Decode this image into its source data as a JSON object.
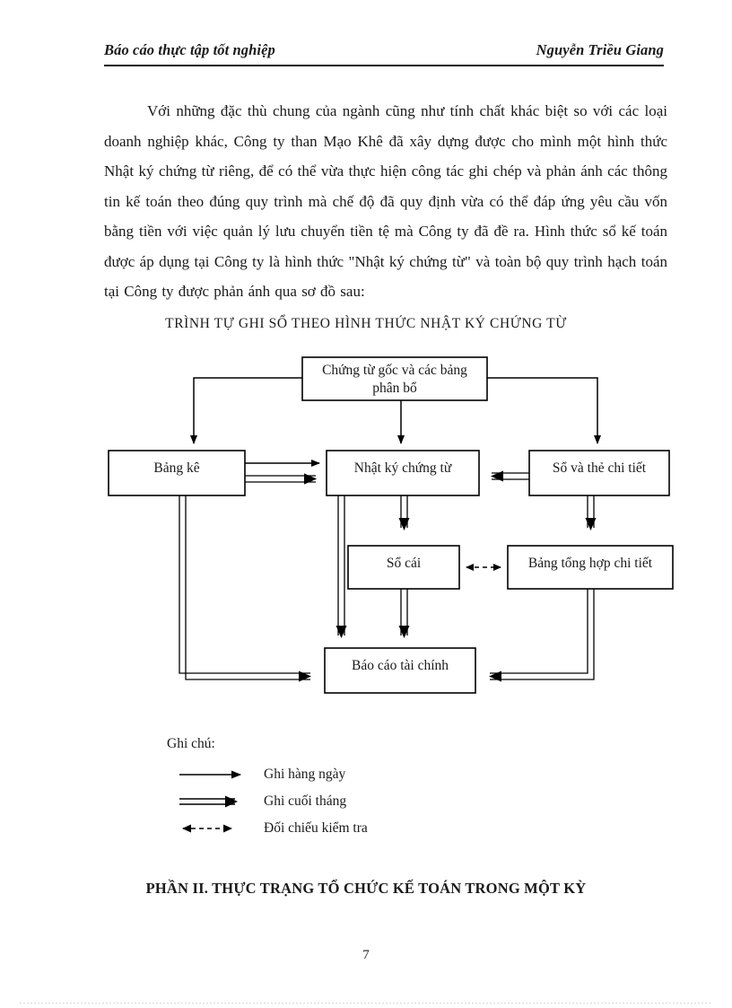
{
  "header": {
    "left": "Báo cáo thực tập tốt nghiệp",
    "right": "Nguyễn Triều Giang"
  },
  "body": {
    "paragraph": "Với những đặc thù chung của ngành cũng như tính chất khác biệt so với các loại doanh nghiệp khác, Công ty than Mạo Khê đã xây dựng được cho mình một hình thức Nhật ký chứng từ riêng, để có thể vừa thực hiện công tác ghi chép và phản ánh các thông tin kế toán theo đúng quy trình mà chế độ đã quy định vừa có thể đáp ứng yêu cầu vốn bằng tiền với việc quản lý lưu chuyển tiền tệ mà Công ty đã đề ra. Hình thức sổ kế toán được áp dụng tại Công ty là hình thức \"Nhật ký chứng từ\" và toàn bộ quy trình hạch toán tại Công ty được phản ánh qua sơ đồ sau:"
  },
  "diagram": {
    "title": "TRÌNH TỰ GHI SỔ THEO HÌNH THỨC NHẬT KÝ CHỨNG TỪ",
    "nodes": [
      {
        "id": "chung-tu-goc",
        "label": "Chứng từ gốc và các bảng\nphân bổ"
      },
      {
        "id": "bang-ke",
        "label": "Bảng kê"
      },
      {
        "id": "nhat-ky-chung-tu",
        "label": "Nhật ký chứng từ"
      },
      {
        "id": "so-va-the-chi-tiet",
        "label": "Sổ và thẻ chi tiết"
      },
      {
        "id": "so-cai",
        "label": "Sổ cái"
      },
      {
        "id": "bang-tong-hop-chi-tiet",
        "label": "Bảng tổng hợp chi tiết"
      },
      {
        "id": "bao-cao-tai-chinh",
        "label": "Báo cáo tài chính"
      }
    ],
    "edges": [
      {
        "from": "chung-tu-goc",
        "to": "bang-ke",
        "style": "daily"
      },
      {
        "from": "chung-tu-goc",
        "to": "nhat-ky-chung-tu",
        "style": "daily"
      },
      {
        "from": "chung-tu-goc",
        "to": "so-va-the-chi-tiet",
        "style": "daily"
      },
      {
        "from": "bang-ke",
        "to": "nhat-ky-chung-tu",
        "style": "daily"
      },
      {
        "from": "bang-ke",
        "to": "nhat-ky-chung-tu",
        "style": "monthly"
      },
      {
        "from": "so-va-the-chi-tiet",
        "to": "nhat-ky-chung-tu",
        "style": "monthly"
      },
      {
        "from": "nhat-ky-chung-tu",
        "to": "so-cai",
        "style": "monthly"
      },
      {
        "from": "nhat-ky-chung-tu",
        "to": "bao-cao-tai-chinh",
        "style": "monthly"
      },
      {
        "from": "so-cai",
        "to": "bao-cao-tai-chinh",
        "style": "monthly"
      },
      {
        "from": "so-va-the-chi-tiet",
        "to": "bang-tong-hop-chi-tiet",
        "style": "monthly"
      },
      {
        "from": "bang-tong-hop-chi-tiet",
        "to": "bao-cao-tai-chinh",
        "style": "monthly"
      },
      {
        "from": "bang-ke",
        "to": "bao-cao-tai-chinh",
        "style": "monthly"
      },
      {
        "from": "so-cai",
        "to": "bang-tong-hop-chi-tiet",
        "style": "check"
      }
    ],
    "line_color": "#000000"
  },
  "legend": {
    "title": "Ghi chú:",
    "items": [
      {
        "glyph": "single-arrow-icon",
        "label": "Ghi hàng ngày"
      },
      {
        "glyph": "double-arrow-icon",
        "label": "Ghi cuối tháng"
      },
      {
        "glyph": "dashed-bidirectional-arrow-icon",
        "label": "Đối chiếu kiểm tra"
      }
    ]
  },
  "section_heading": "PHẦN II. THỰC TRẠNG TỔ CHỨC KẾ TOÁN TRONG MỘT KỲ",
  "page_number": "7"
}
